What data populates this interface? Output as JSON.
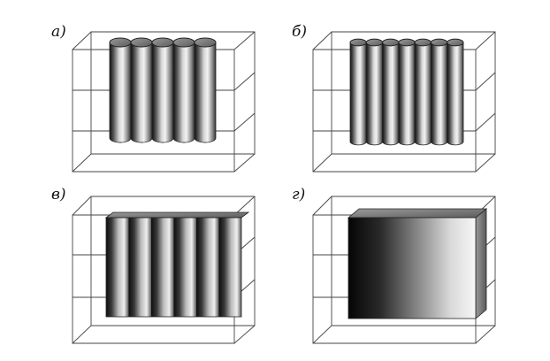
{
  "panels": [
    {
      "id": "a",
      "label": "а)",
      "rods": 5,
      "shape": "separate"
    },
    {
      "id": "b",
      "label": "б)",
      "rods": 7,
      "shape": "separate"
    },
    {
      "id": "v",
      "label": "в)",
      "rods": 6,
      "shape": "merged"
    },
    {
      "id": "g",
      "label": "г)",
      "rods": 0,
      "shape": "slab"
    }
  ],
  "colors": {
    "background": "#ffffff",
    "line": "#444444",
    "dark": "#111111",
    "light": "#f4f4f4"
  }
}
